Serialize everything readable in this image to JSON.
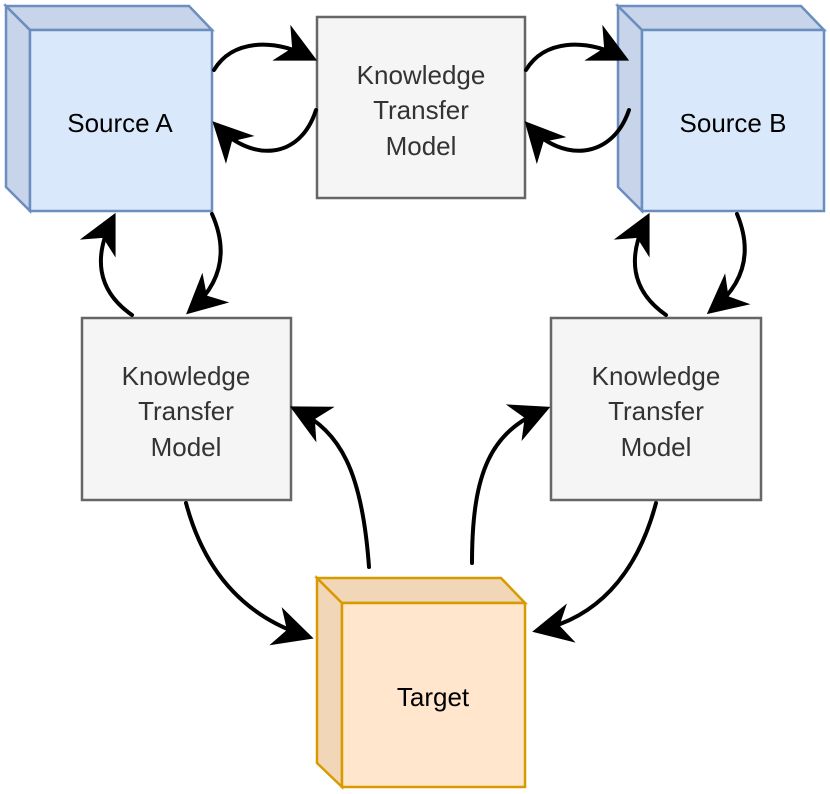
{
  "nodes": {
    "source_a": {
      "label": "Source A",
      "fill": "#dae8fc",
      "stroke": "#6c8ebf"
    },
    "source_b": {
      "label": "Source B",
      "fill": "#dae8fc",
      "stroke": "#6c8ebf"
    },
    "target": {
      "label": "Target",
      "fill": "#ffe6cc",
      "stroke": "#d79b00"
    },
    "ktm_top": {
      "label_lines": [
        "Knowledge",
        "Transfer",
        "Model"
      ],
      "fill": "#f5f5f5",
      "stroke": "#666666"
    },
    "ktm_left": {
      "label_lines": [
        "Knowledge",
        "Transfer",
        "Model"
      ],
      "fill": "#f5f5f5",
      "stroke": "#666666"
    },
    "ktm_right": {
      "label_lines": [
        "Knowledge",
        "Transfer",
        "Model"
      ],
      "fill": "#f5f5f5",
      "stroke": "#666666"
    }
  },
  "edges": [
    {
      "from": "source_a",
      "to": "ktm_top"
    },
    {
      "from": "ktm_top",
      "to": "source_a"
    },
    {
      "from": "ktm_top",
      "to": "source_b"
    },
    {
      "from": "source_b",
      "to": "ktm_top"
    },
    {
      "from": "source_a",
      "to": "ktm_left"
    },
    {
      "from": "ktm_left",
      "to": "source_a"
    },
    {
      "from": "source_b",
      "to": "ktm_right"
    },
    {
      "from": "ktm_right",
      "to": "source_b"
    },
    {
      "from": "ktm_left",
      "to": "target"
    },
    {
      "from": "target",
      "to": "ktm_left"
    },
    {
      "from": "target",
      "to": "ktm_right"
    },
    {
      "from": "ktm_right",
      "to": "target"
    }
  ],
  "colors": {
    "edge": "#000000"
  }
}
